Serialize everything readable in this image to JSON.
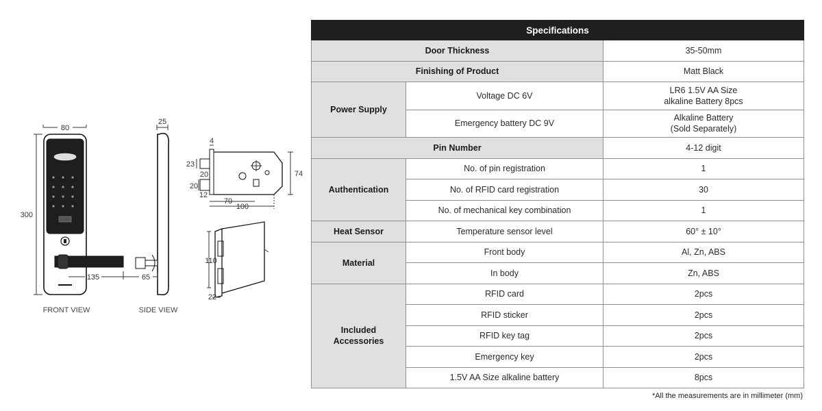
{
  "drawings": {
    "front_view_label": "FRONT VIEW",
    "side_view_label": "SIDE VIEW",
    "front_width": "80",
    "front_height": "300",
    "handle_length": "135",
    "side_depth": "25",
    "side_handle": "65",
    "mortise_dims": {
      "d4": "4",
      "d23": "23",
      "d20a": "20",
      "d20b": "20",
      "d12": "12",
      "d74": "74",
      "d70": "70",
      "d100": "100"
    },
    "faceplate_dims": {
      "d110": "110",
      "d22": "22"
    }
  },
  "table": {
    "title": "Specifications",
    "rows": {
      "door_thickness": {
        "label": "Door Thickness",
        "value": "35-50mm"
      },
      "finishing": {
        "label": "Finishing of Product",
        "value": "Matt Black"
      },
      "power_supply": {
        "label": "Power Supply",
        "voltage_label": "Voltage DC 6V",
        "voltage_value_line1": "LR6 1.5V AA Size",
        "voltage_value_line2": "alkaline Battery 8pcs",
        "emergency_label": "Emergency battery DC 9V",
        "emergency_value_line1": "Alkaline Battery",
        "emergency_value_line2": "(Sold Separately)"
      },
      "pin_number": {
        "label": "Pin Number",
        "value": "4-12 digit"
      },
      "authentication": {
        "label": "Authentication",
        "items": [
          {
            "label": "No. of pin registration",
            "value": "1"
          },
          {
            "label": "No. of RFID card registration",
            "value": "30"
          },
          {
            "label": "No. of mechanical key combination",
            "value": "1"
          }
        ]
      },
      "heat_sensor": {
        "label": "Heat Sensor",
        "sub": "Temperature sensor level",
        "value": "60° ± 10°"
      },
      "material": {
        "label": "Material",
        "items": [
          {
            "label": "Front body",
            "value": "Al, Zn, ABS"
          },
          {
            "label": "In body",
            "value": "Zn, ABS"
          }
        ]
      },
      "accessories": {
        "label_line1": "Included",
        "label_line2": "Accessories",
        "items": [
          {
            "label": "RFID card",
            "value": "2pcs"
          },
          {
            "label": "RFID sticker",
            "value": "2pcs"
          },
          {
            "label": "RFID key tag",
            "value": "2pcs"
          },
          {
            "label": "Emergency key",
            "value": "2pcs"
          },
          {
            "label": "1.5V AA Size alkaline battery",
            "value": "8pcs"
          }
        ]
      }
    }
  },
  "note": "*All the measurements are in millimeter (mm)"
}
